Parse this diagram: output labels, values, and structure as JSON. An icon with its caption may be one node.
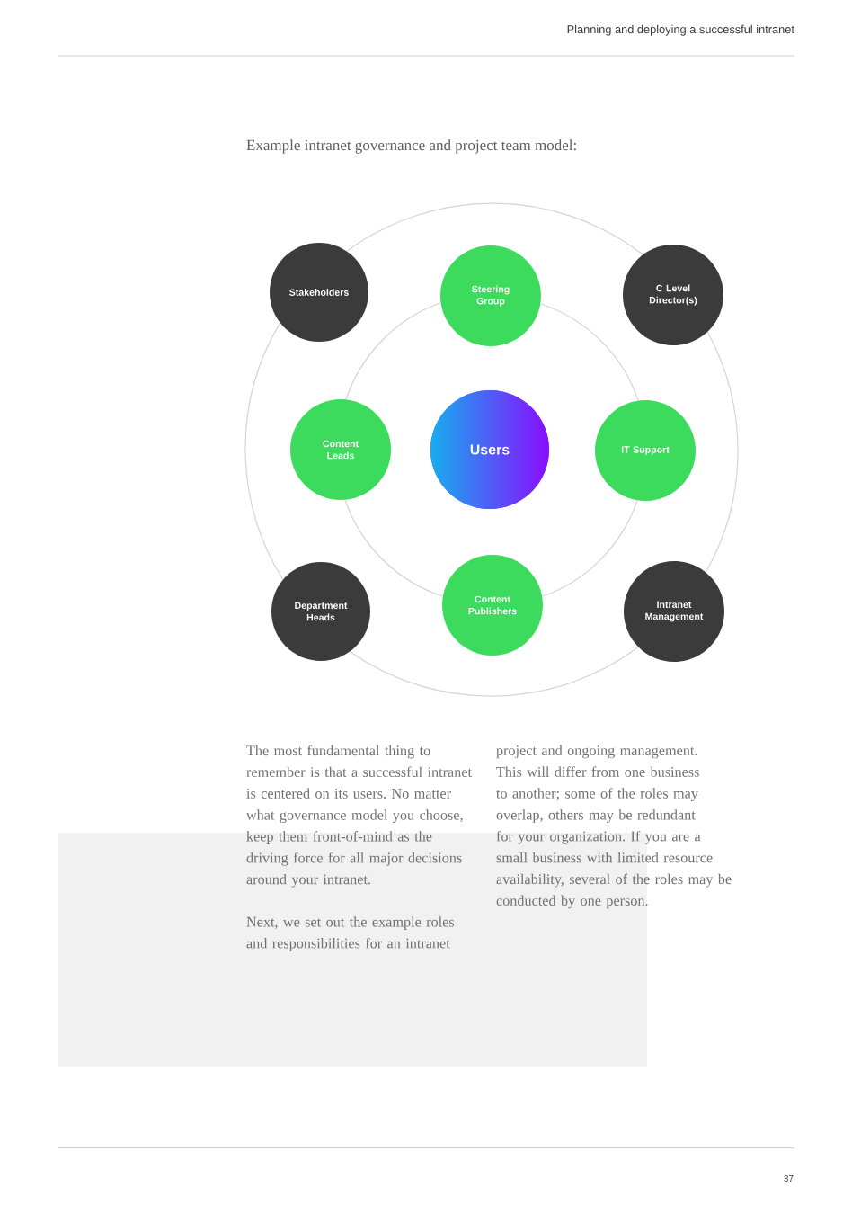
{
  "diagram": {
    "title": "Example intranet governance and project team model:",
    "nodes": [
      {
        "text": [
          "Stakeholders"
        ]
      },
      {
        "text": [
          "Steering Group"
        ]
      },
      {
        "text": [
          "C Level Director(s)"
        ]
      },
      {
        "text": [
          "Content Leads"
        ]
      },
      {
        "text": [
          "Users"
        ]
      },
      {
        "text": [
          "IT Support"
        ]
      },
      {
        "text": [
          "Department Heads"
        ]
      },
      {
        "text": [
          "Content Publishers"
        ]
      },
      {
        "text": [
          "Intranet Management"
        ]
      }
    ],
    "edges": [
      {
        "from": 0,
        "to": 2,
        "arrow": "none"
      },
      {
        "from": 2,
        "to": 8,
        "arrow": "none"
      },
      {
        "from": 8,
        "to": 6,
        "arrow": "none"
      },
      {
        "from": 6,
        "to": 0,
        "arrow": "none"
      },
      {
        "from": 1,
        "to": 5,
        "arrow": "none"
      },
      {
        "from": 5,
        "to": 7,
        "arrow": "none"
      },
      {
        "from": 7,
        "to": 3,
        "arrow": "none"
      },
      {
        "from": 3,
        "to": 1,
        "arrow": "none"
      }
    ],
    "labels": [
      "Planning and deploying a successful intranet",
      "The most fundamental thing to remember is that a successful intranet is centered on its users. No matter what governance model you choose, keep them front-of-mind as the driving force for all major decisions around your intranet.",
      "Next, we set out the example roles and responsibilities for an intranet",
      "project and ongoing management. This will differ from one business to another; some of the roles may overlap, others may be redundant for your organization. If you are a small business with limited resource availability, several of the roles may be conducted by one person.",
      "37"
    ]
  }
}
